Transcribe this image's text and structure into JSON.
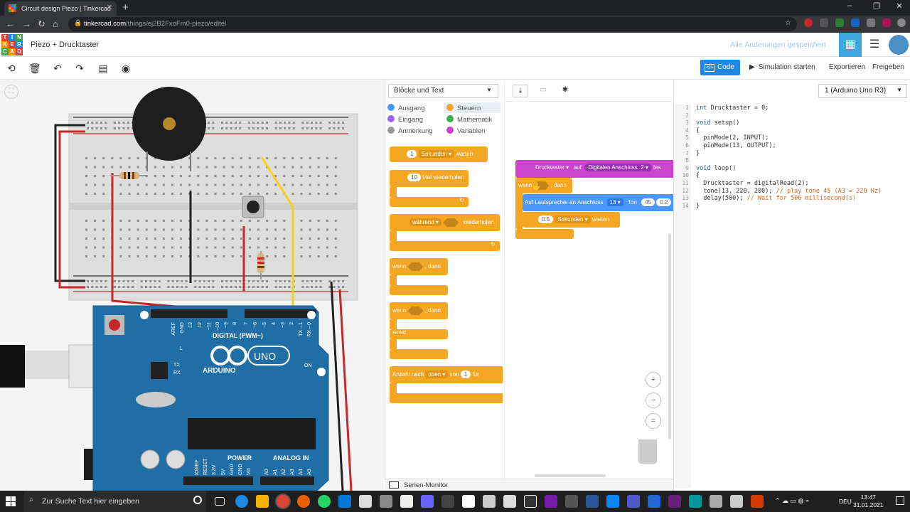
{
  "browser": {
    "tab_title": "Circuit design Piezo | Tinkercad",
    "new_tab": "+",
    "url_host": "tinkercad.com",
    "url_path": "/things/ej2B2FxoFm0-piezo/editel",
    "window_controls": [
      "–",
      "❐",
      "✕"
    ]
  },
  "header": {
    "logo_letters": [
      "T",
      "I",
      "N",
      "K",
      "E",
      "R",
      "C",
      "A",
      "D"
    ],
    "project_title": "Piezo + Drucktaster",
    "save_status": "Alle Änderungen gespeichert"
  },
  "toolbar": {
    "code_label": "Code",
    "simulate_label": "Simulation starten",
    "export_label": "Exportieren",
    "share_label": "Freigeben"
  },
  "blocks": {
    "category_select": "Blöcke und Text",
    "categories": [
      {
        "label": "Ausgang",
        "color": "#4c97ff"
      },
      {
        "label": "Steuern",
        "color": "#f5a623"
      },
      {
        "label": "Eingang",
        "color": "#9966ff"
      },
      {
        "label": "Mathematik",
        "color": "#3cb34a"
      },
      {
        "label": "Anmerkung",
        "color": "#999999"
      },
      {
        "label": "Variablen",
        "color": "#cc44cc"
      }
    ],
    "wait_value": "1",
    "wait_unit": "Sekunden",
    "wait_label": "warten",
    "repeat_value": "10",
    "repeat_label": "Mal wiederholen",
    "while_dd": "während",
    "while_label": "wiederholen",
    "if_label": "wenn",
    "then_label": ", dann",
    "else_label": "sonst",
    "count_label": "Anzahl",
    "count_by": "nach",
    "count_dir": "oben",
    "count_from": "von",
    "count_value": "1",
    "count_for": "für"
  },
  "script": {
    "var_block": "Drucktaster",
    "var_on": "auf",
    "digital_pin": "Digitalen Anschluss",
    "pin_value": "2",
    "var_suffix": "les",
    "if_label": "wenn",
    "then_label": ", dann",
    "speaker_label": "Auf Lautsprecher an Anschluss",
    "speaker_pin": "13",
    "tone_label": "Ton",
    "tone_value": "45",
    "tone_dur": "0.2",
    "wait_value": "0.5",
    "wait_unit": "Sekunden",
    "wait_label": "warten"
  },
  "code": {
    "board": "1 (Arduino Uno R3)",
    "lines": [
      "int Drucktaster = 0;",
      "",
      "void setup()",
      "{",
      "  pinMode(2, INPUT);",
      "  pinMode(13, OUTPUT);",
      "}",
      "",
      "void loop()",
      "{",
      "  Drucktaster = digitalRead(2);",
      "  tone(13, 220, 200); // play tone 45 (A3 = 220 Hz)",
      "  delay(500); // Wait for 500 millisecond(s)",
      "}"
    ]
  },
  "serial_monitor": "Serien-Monitor",
  "arduino": {
    "digital_label": "DIGITAL (PWM~)",
    "power_label": "POWER",
    "analog_label": "ANALOG IN",
    "brand": "ARDUINO",
    "model": "UNO",
    "led_l": "L",
    "led_tx": "TX",
    "led_rx": "RX",
    "on_label": "ON",
    "top_pins": [
      "AREF",
      "GND",
      "13",
      "12",
      "~11",
      "~10",
      "~9",
      "8",
      "7",
      "~6",
      "~5",
      "4",
      "~3",
      "2",
      "TX→1",
      "RX←0"
    ],
    "bottom_pins": [
      "IOREF",
      "RESET",
      "3.3V",
      "5V",
      "GND",
      "GND",
      "Vin",
      "A0",
      "A1",
      "A2",
      "A3",
      "A4",
      "A5"
    ]
  },
  "taskbar": {
    "search_placeholder": "Zur Suche Text hier eingeben",
    "lang": "DEU",
    "time": "13:47",
    "date": "31.01.2021"
  }
}
